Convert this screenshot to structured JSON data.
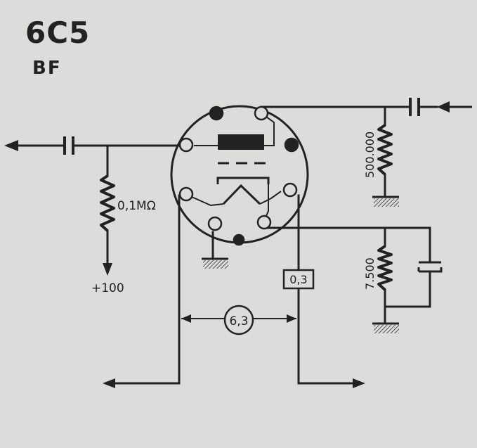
{
  "header": {
    "title": "6C5",
    "subtitle": "BF"
  },
  "labels": {
    "grid_resistor": "0,1MΩ",
    "b_plus": "+100",
    "plate_resistor": "500.000",
    "cathode_resistor": "7.500",
    "heater_current": "0,3",
    "heater_voltage": "6,3"
  },
  "colors": {
    "background": "#dcdcda",
    "ink": "#222222"
  }
}
